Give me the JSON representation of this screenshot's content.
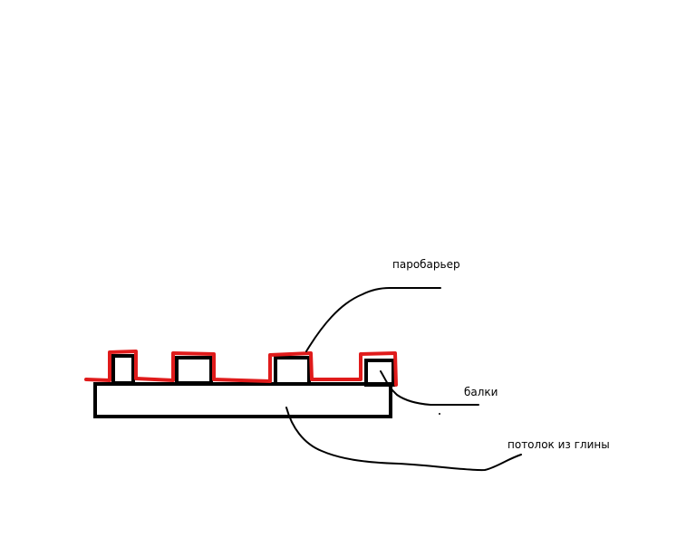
{
  "labels": {
    "vapor_barrier": "паробарьер",
    "beams": "балки",
    "clay_ceiling": "потолок из глины"
  },
  "colors": {
    "stroke": "#000000",
    "barrier": "#e01b1b",
    "background": "#ffffff"
  }
}
